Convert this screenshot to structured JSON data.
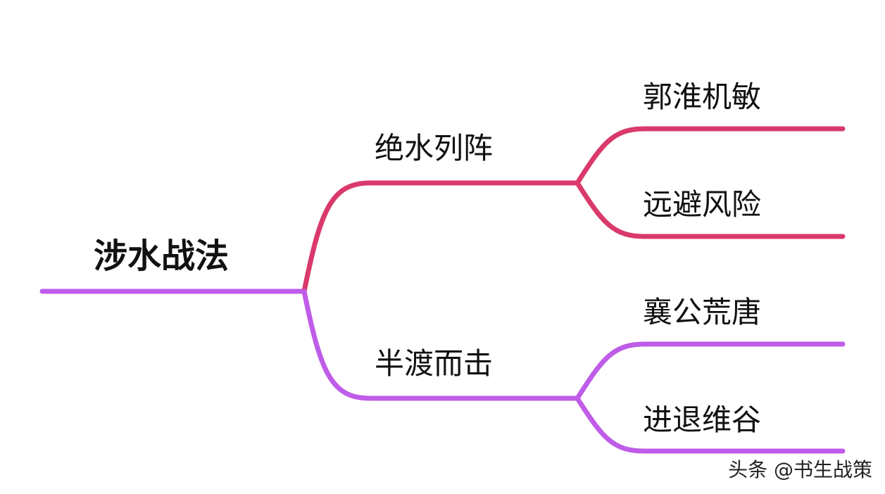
{
  "root": {
    "label": "涉水战法"
  },
  "branches": [
    {
      "label": "绝水列阵",
      "color": "#D93A6B",
      "children": [
        {
          "label": "郭淮机敏"
        },
        {
          "label": "远避风险"
        }
      ]
    },
    {
      "label": "半渡而击",
      "color": "#BF5CE8",
      "children": [
        {
          "label": "襄公荒唐"
        },
        {
          "label": "进退维谷"
        }
      ]
    }
  ],
  "root_color": "#BF5CE8",
  "watermark": "头条 @书生战策"
}
